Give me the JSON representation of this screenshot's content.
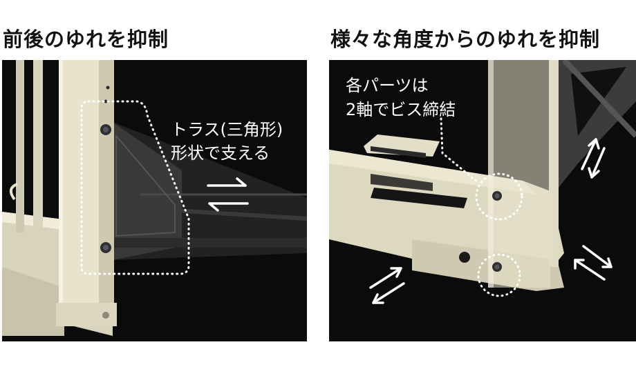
{
  "left": {
    "title": "前後のゆれを抑制",
    "caption_line1": "トラス(三角形)",
    "caption_line2": "形状で支える"
  },
  "right": {
    "title": "様々な角度からのゆれを抑制",
    "caption_line1": "各パーツは",
    "caption_line2": "2軸でビス締結"
  },
  "colors": {
    "background": "#0c0b0c",
    "frame": "#e8e3cc",
    "frame_shadow": "#b9b39c",
    "annotation": "#ffffff"
  }
}
